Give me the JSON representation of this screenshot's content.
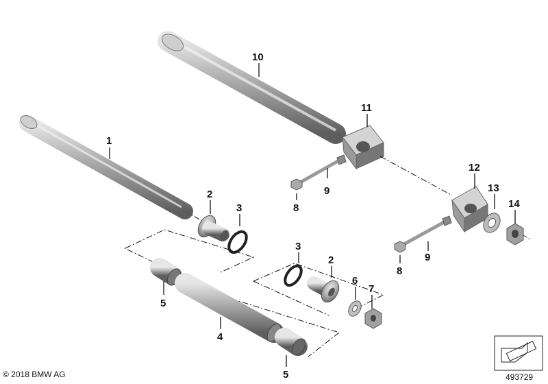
{
  "callouts": {
    "c1": "1",
    "c2a": "2",
    "c3a": "3",
    "c4": "4",
    "c5a": "5",
    "c5b": "5",
    "c3b": "3",
    "c2b": "2",
    "c6": "6",
    "c7": "7",
    "c8a": "8",
    "c9a": "9",
    "c10": "10",
    "c11": "11",
    "c12": "12",
    "c13": "13",
    "c14": "14",
    "c8b": "8",
    "c9b": "9"
  },
  "footer": {
    "copyright": "© 2018 BMW AG",
    "doc_number": "493729"
  },
  "icons": {
    "orientation": "orientation-arrow-icon"
  }
}
